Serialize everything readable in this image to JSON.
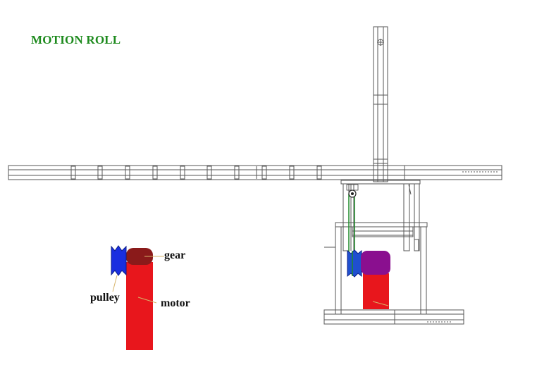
{
  "title": "MOTION ROLL",
  "labels": {
    "gear": "gear",
    "pulley": "pulley",
    "motor": "motor"
  },
  "colors": {
    "title": "#1d8a1d",
    "motor": "#e8161c",
    "gear_detail": "#8a1a1a",
    "pulley": "#1a2ee0",
    "gear_machine": "#8a0f8f",
    "belt": "#1f8a2a",
    "line": "#555555"
  }
}
